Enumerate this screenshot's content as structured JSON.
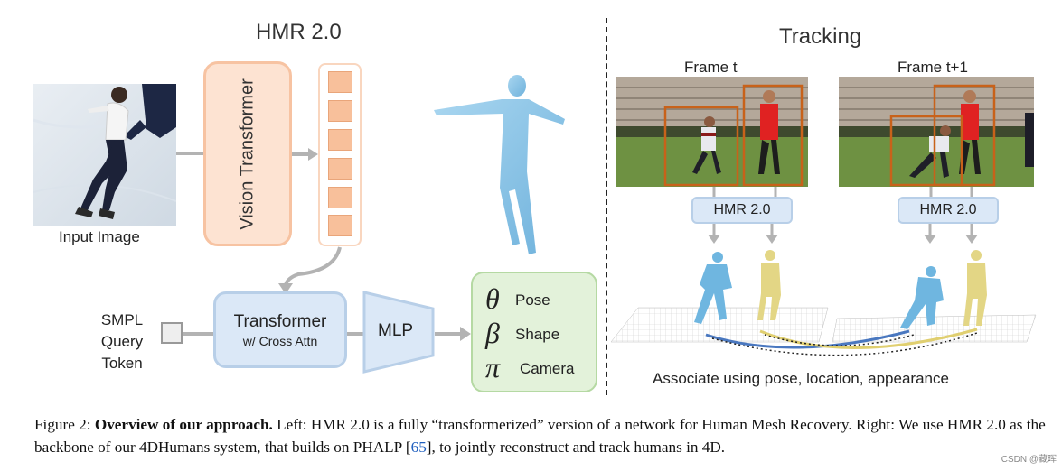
{
  "left_title": "HMR 2.0",
  "right_title": "Tracking",
  "input_label": "Input Image",
  "vit_label": "Vision Transformer",
  "smpl_label": [
    "SMPL",
    "Query",
    "Token"
  ],
  "transformer_label": "Transformer",
  "transformer_sub": "w/ Cross Attn",
  "mlp_label": "MLP",
  "outputs": [
    {
      "symbol": "θ",
      "label": "Pose"
    },
    {
      "symbol": "β",
      "label": "Shape"
    },
    {
      "symbol": "π",
      "label": "Camera"
    }
  ],
  "frame_left": "Frame t",
  "frame_right": "Frame t+1",
  "hmr_box_left": "HMR 2.0",
  "hmr_box_right": "HMR 2.0",
  "associate_label": "Associate using pose, location, appearance",
  "caption": {
    "prefix": "Figure 2: ",
    "bold": "Overview of our approach.",
    "text1": " Left: HMR 2.0 is a fully “transformerized” version of a network for Human Mesh Recovery. Right: We use HMR 2.0 as the backbone of our 4DHumans system, that builds on PHALP [",
    "cite": "65",
    "text2": "], to jointly reconstruct and track humans in 4D."
  },
  "watermark": "CSDN @藏晖",
  "colors": {
    "mesh_blue": "#87c3e6",
    "mesh_yellow": "#e6d98a",
    "box_orange": "#c8621a",
    "arrow_gray": "#b3b3b3"
  }
}
